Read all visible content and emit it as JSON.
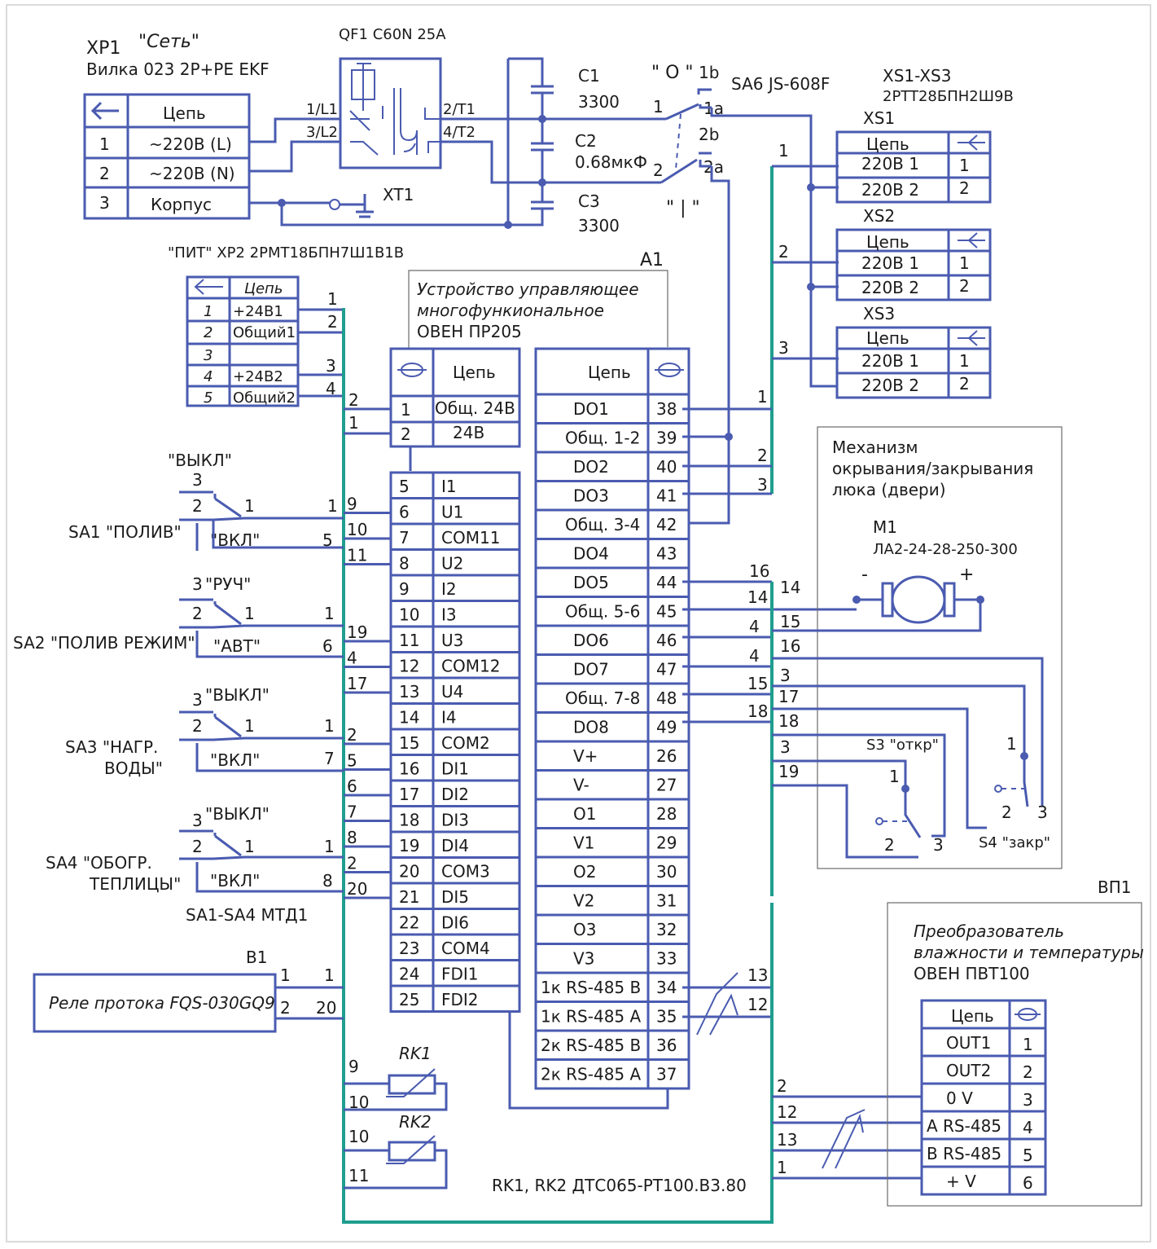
{
  "xp1": {
    "id": "XP1",
    "name": "\"Сеть\"",
    "type": "Вилка 023 2P+PE EKF",
    "header": "Цепь",
    "rows": [
      {
        "pin": "1",
        "signal": "~220В (L)"
      },
      {
        "pin": "2",
        "signal": "~220В (N)"
      },
      {
        "pin": "3",
        "signal": "Корпус"
      }
    ]
  },
  "xt1": "XT1",
  "qf1": {
    "label": "QF1 C60N 25A",
    "t1": "1/L1",
    "t2": "3/L2",
    "t3": "2/T1",
    "t4": "4/T2"
  },
  "caps": {
    "c1": "C1",
    "c1v": "3300",
    "c2": "C2",
    "c2v": "0.68мкФ",
    "c3": "C3",
    "c3v": "3300"
  },
  "sa6": {
    "label": "SA6  JS-608F",
    "pos_o": "\" O \"",
    "pos_i": "\" | \"",
    "p1b": "1b",
    "p1a": "1a",
    "p2b": "2b",
    "p2a": "2a",
    "n1": "1",
    "n2": "2"
  },
  "xs": {
    "label1": "XS1-XS3",
    "label2": "2PTT28БПН2Ш9B",
    "header": "Цепь",
    "blocks": [
      {
        "id": "XS1",
        "r1": "220В 1",
        "r2": "220В 2",
        "p1": "1",
        "p2": "2"
      },
      {
        "id": "XS2",
        "r1": "220В 1",
        "r2": "220В 2",
        "p1": "1",
        "p2": "2"
      },
      {
        "id": "XS3",
        "r1": "220В 1",
        "r2": "220В 2",
        "p1": "1",
        "p2": "2"
      }
    ],
    "wires": [
      "1",
      "2",
      "3"
    ]
  },
  "xp2": {
    "title": "\"ПИТ\"  XP2  2PMT18БПН7Ш1B1B",
    "header": "Цепь",
    "rows": [
      {
        "pin": "1",
        "signal": "+24B1",
        "wire": "1"
      },
      {
        "pin": "2",
        "signal": "Общий1",
        "wire": "2"
      },
      {
        "pin": "3",
        "signal": "",
        "wire": ""
      },
      {
        "pin": "4",
        "signal": "+24B2",
        "wire": "3"
      },
      {
        "pin": "5",
        "signal": "Общий2",
        "wire": "4"
      }
    ]
  },
  "a1": {
    "id": "A1",
    "title1": "Устройство управляющее",
    "title2": "многофункиональное",
    "title3": "ОВЕН ПР205",
    "power_header": "Цепь",
    "power_rows": [
      {
        "pin": "1",
        "signal": "Общ. 24В",
        "wire": "2"
      },
      {
        "pin": "2",
        "signal": "24В",
        "wire": "1"
      }
    ],
    "left_rows": [
      {
        "pin": "5",
        "signal": "I1",
        "wire": ""
      },
      {
        "pin": "6",
        "signal": "U1",
        "wire": "9"
      },
      {
        "pin": "7",
        "signal": "COM11",
        "wire": "10"
      },
      {
        "pin": "8",
        "signal": "U2",
        "wire": "11"
      },
      {
        "pin": "9",
        "signal": "I2",
        "wire": ""
      },
      {
        "pin": "10",
        "signal": "I3",
        "wire": ""
      },
      {
        "pin": "11",
        "signal": "U3",
        "wire": "19"
      },
      {
        "pin": "12",
        "signal": "COM12",
        "wire": "4"
      },
      {
        "pin": "13",
        "signal": "U4",
        "wire": "17"
      },
      {
        "pin": "14",
        "signal": "I4",
        "wire": ""
      },
      {
        "pin": "15",
        "signal": "COM2",
        "wire": "2"
      },
      {
        "pin": "16",
        "signal": "DI1",
        "wire": "5"
      },
      {
        "pin": "17",
        "signal": "DI2",
        "wire": "6"
      },
      {
        "pin": "18",
        "signal": "DI3",
        "wire": "7"
      },
      {
        "pin": "19",
        "signal": "DI4",
        "wire": "8"
      },
      {
        "pin": "20",
        "signal": "COM3",
        "wire": "2"
      },
      {
        "pin": "21",
        "signal": "DI5",
        "wire": "20"
      },
      {
        "pin": "22",
        "signal": "DI6",
        "wire": ""
      },
      {
        "pin": "23",
        "signal": "COM4",
        "wire": ""
      },
      {
        "pin": "24",
        "signal": "FDI1",
        "wire": ""
      },
      {
        "pin": "25",
        "signal": "FDI2",
        "wire": ""
      }
    ],
    "right_header": "Цепь",
    "right_rows": [
      {
        "signal": "DO1",
        "pin": "38",
        "wire": "1"
      },
      {
        "signal": "Общ. 1-2",
        "pin": "39",
        "wire": ""
      },
      {
        "signal": "DO2",
        "pin": "40",
        "wire": "2"
      },
      {
        "signal": "DO3",
        "pin": "41",
        "wire": "3"
      },
      {
        "signal": "Общ. 3-4",
        "pin": "42",
        "wire": ""
      },
      {
        "signal": "DO4",
        "pin": "43",
        "wire": ""
      },
      {
        "signal": "DO5",
        "pin": "44",
        "wire": "16"
      },
      {
        "signal": "Общ. 5-6",
        "pin": "45",
        "wire": "14"
      },
      {
        "signal": "DO6",
        "pin": "46",
        "wire": "4"
      },
      {
        "signal": "DO7",
        "pin": "47",
        "wire": "4"
      },
      {
        "signal": "Общ. 7-8",
        "pin": "48",
        "wire": "15"
      },
      {
        "signal": "DO8",
        "pin": "49",
        "wire": "18"
      },
      {
        "signal": "V+",
        "pin": "26",
        "wire": ""
      },
      {
        "signal": "V-",
        "pin": "27",
        "wire": ""
      },
      {
        "signal": "O1",
        "pin": "28",
        "wire": ""
      },
      {
        "signal": "V1",
        "pin": "29",
        "wire": ""
      },
      {
        "signal": "O2",
        "pin": "30",
        "wire": ""
      },
      {
        "signal": "V2",
        "pin": "31",
        "wire": ""
      },
      {
        "signal": "O3",
        "pin": "32",
        "wire": ""
      },
      {
        "signal": "V3",
        "pin": "33",
        "wire": ""
      },
      {
        "signal": "1к RS-485 B",
        "pin": "34",
        "wire": "13"
      },
      {
        "signal": "1к RS-485 A",
        "pin": "35",
        "wire": "12"
      },
      {
        "signal": "2к RS-485 B",
        "pin": "36",
        "wire": ""
      },
      {
        "signal": "2к RS-485 A",
        "pin": "37",
        "wire": ""
      }
    ]
  },
  "switches": {
    "note": "SA1-SA4  МТД1",
    "sa1": {
      "label": "SA1  \"ПОЛИВ\"",
      "off": "\"ВЫКЛ\"",
      "on": "\"ВКЛ\"",
      "p3": "3",
      "p2": "2",
      "p1": "1",
      "w1": "1",
      "w2": "5"
    },
    "sa2": {
      "label": "SA2  \"ПОЛИВ РЕЖИМ\"",
      "off": "\"РУЧ\"",
      "on": "\"АВТ\"",
      "p3": "3",
      "p2": "2",
      "p1": "1",
      "w1": "1",
      "w2": "6"
    },
    "sa3": {
      "label1": "SA3  \"НАГР.",
      "label2": "ВОДЫ\"",
      "off": "\"ВЫКЛ\"",
      "on": "\"ВКЛ\"",
      "p3": "3",
      "p2": "2",
      "p1": "1",
      "w1": "1",
      "w2": "7"
    },
    "sa4": {
      "label1": "SA4  \"ОБОГР.",
      "label2": "ТЕПЛИЦЫ\"",
      "off": "\"ВЫКЛ\"",
      "on": "\"ВКЛ\"",
      "p3": "3",
      "p2": "2",
      "p1": "1",
      "w1": "1",
      "w2": "8"
    }
  },
  "b1": {
    "id": "B1",
    "label": "Реле протока FQS-030GQ9",
    "p1": "1",
    "p2": "2",
    "w1": "1",
    "w2": "20"
  },
  "rk": {
    "rk1": "RK1",
    "rk2": "RK2",
    "w9": "9",
    "w10a": "10",
    "w10b": "10",
    "w11": "11",
    "note": "RK1, RK2  ДТС065-PT100.B3.80"
  },
  "m1": {
    "title1": "Механизм",
    "title2": "окрывания/закрывания",
    "title3": "люка (двери)",
    "id": "M1",
    "type": "ЛА2-24-28-250-300",
    "minus": "-",
    "plus": "+",
    "s3": "S3  \"откр\"",
    "s4": "S4  \"закр\"",
    "s_p1": "1",
    "s_p2": "2",
    "s_p3": "3"
  },
  "midwires": {
    "w16": "16",
    "w14a": "14",
    "w14b": "14",
    "w4a": "4",
    "w15a": "15",
    "w4b": "4",
    "w16b": "16",
    "w15b": "15",
    "w3a": "3",
    "w18a": "18",
    "w17": "17",
    "w18b": "18",
    "w3b": "3",
    "w19": "19",
    "w13": "13",
    "w12": "12",
    "b2": "2",
    "b12": "12",
    "b13": "13",
    "b1": "1"
  },
  "vp1": {
    "id": "ВП1",
    "title1": "Преобразователь",
    "title2": "влажности и температуры",
    "title3": "ОВЕН ПВТ100",
    "header": "Цепь",
    "rows": [
      {
        "signal": "OUT1",
        "pin": "1"
      },
      {
        "signal": "OUT2",
        "pin": "2"
      },
      {
        "signal": "0 V",
        "pin": "3"
      },
      {
        "signal": "A RS-485",
        "pin": "4"
      },
      {
        "signal": "B RS-485",
        "pin": "5"
      },
      {
        "signal": "+ V",
        "pin": "6"
      }
    ]
  }
}
